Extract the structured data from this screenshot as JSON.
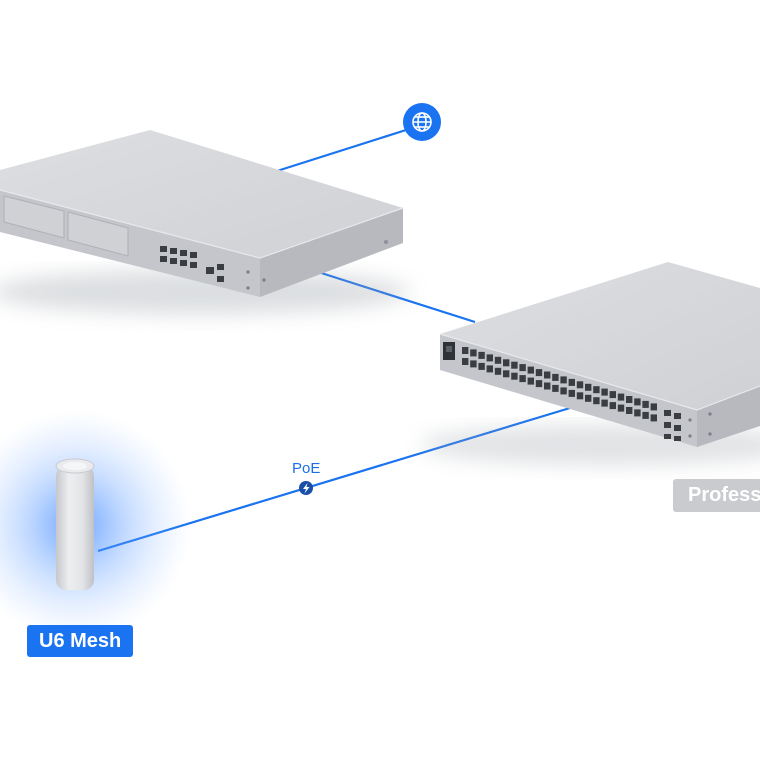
{
  "labels": {
    "poe": "PoE",
    "u6_mesh": "U6 Mesh",
    "professional_switch": "Professional"
  },
  "icons": {
    "internet": "globe-icon",
    "poe": "lightning-bolt-icon"
  },
  "colors": {
    "link_line": "#1a73f0",
    "accent": "#1a73f0",
    "device_body": "#c8cacf",
    "device_top": "#d6d8dc",
    "gray_tag": "#c9cbcf",
    "glow": "#3d86ff"
  }
}
